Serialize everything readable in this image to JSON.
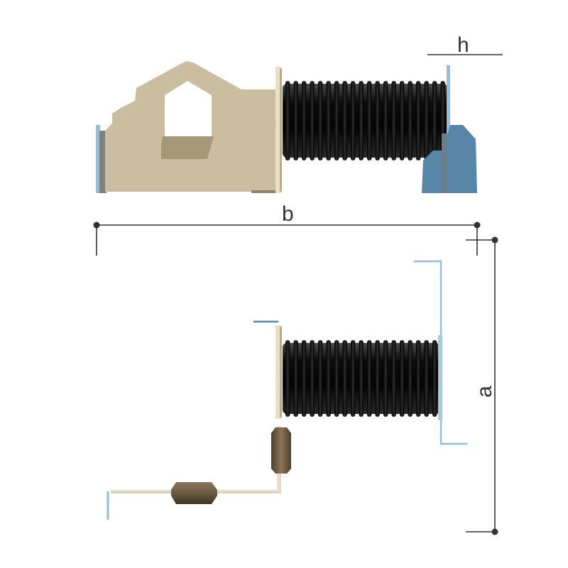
{
  "dimensions": {
    "h": "h",
    "b": "b",
    "a": "a"
  },
  "colors": {
    "beige": "#cbbd9f",
    "beige_shadow": "#a89a7e",
    "blue": "#5786a8",
    "blue_light": "#8fbfdc",
    "black": "#141414",
    "brown": "#6b5a44",
    "dimension": "#333333"
  }
}
